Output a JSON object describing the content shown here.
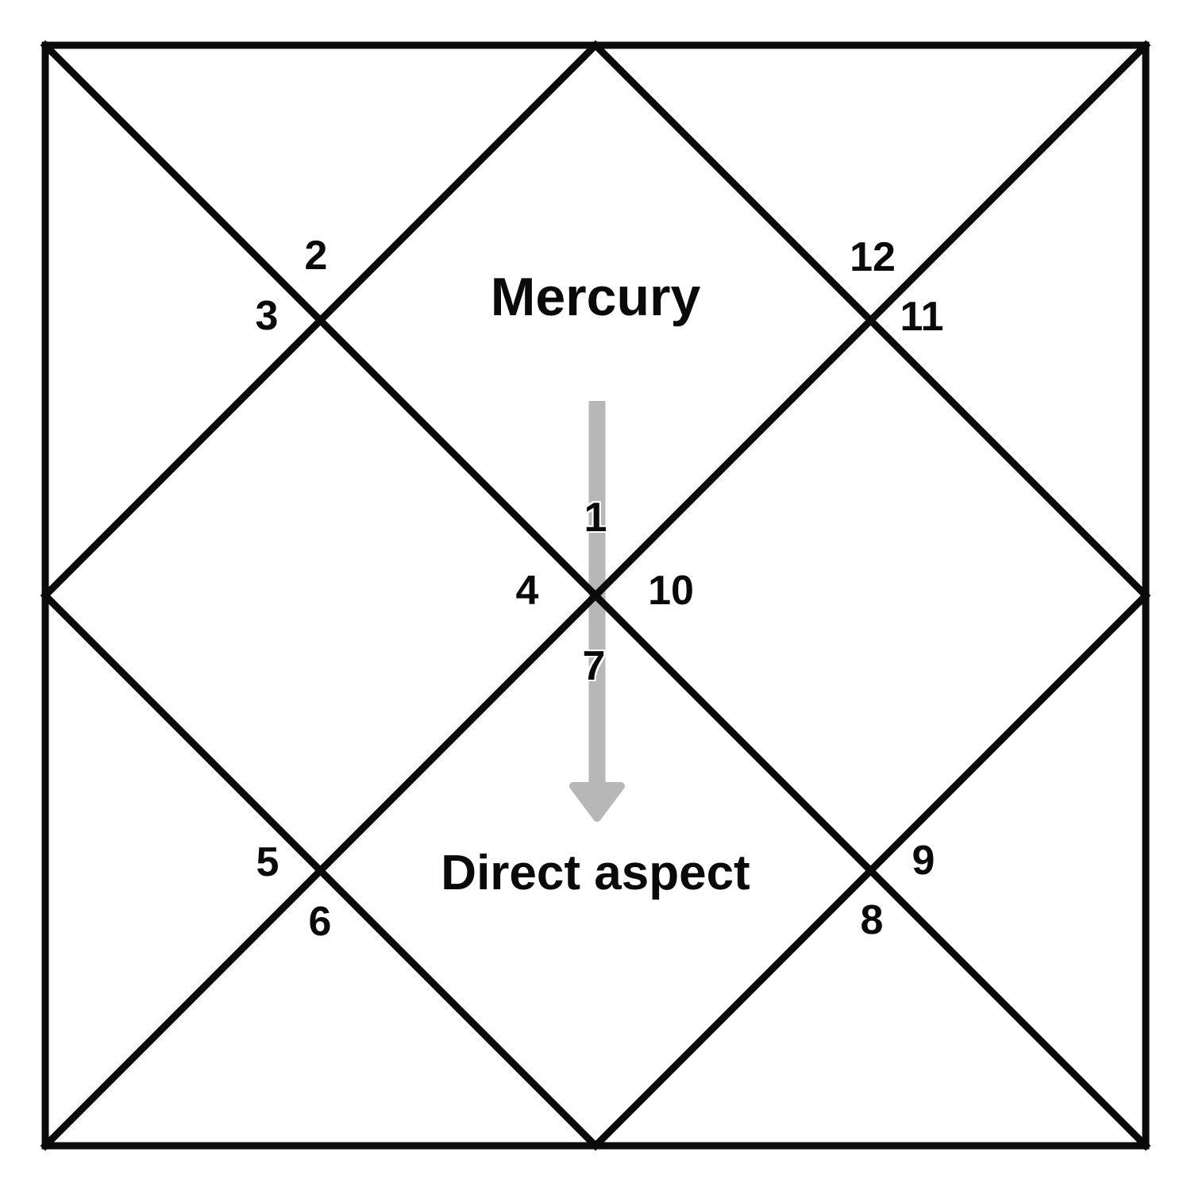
{
  "chart": {
    "planet_label": "Mercury",
    "aspect_label": "Direct aspect",
    "house_numbers": [
      "1",
      "2",
      "3",
      "4",
      "5",
      "6",
      "7",
      "8",
      "9",
      "10",
      "11",
      "12"
    ]
  },
  "arrow": {
    "direction": "down",
    "from_house": "1",
    "to_house": "7",
    "color": "#b7b7b7"
  },
  "colors": {
    "line": "#0a0a0a",
    "text": "#0a0a0a",
    "background": "#ffffff"
  }
}
